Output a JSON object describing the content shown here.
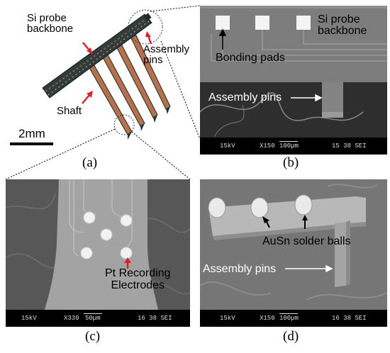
{
  "panels": {
    "a": {
      "label": "(a)",
      "backbone_label": "Si probe\nbackbone",
      "pins_label": "Assembly\npins",
      "shaft_label": "Shaft",
      "scale_label": "2mm"
    },
    "b": {
      "label": "(b)",
      "backbone_label": "Si probe\nbackbone",
      "pads_label": "Bonding pads",
      "pins_label": "Assembly pins",
      "sem": {
        "kv": "15kV",
        "mag": "X150",
        "scale": "100µm",
        "code": "15 38 SEI"
      }
    },
    "c": {
      "label": "(c)",
      "electrodes_label": "Pt Recording\nElectrodes",
      "sem": {
        "kv": "15kV",
        "mag": "X330",
        "scale": "50µm",
        "code": "16 38 SEI"
      }
    },
    "d": {
      "label": "(d)",
      "solder_label": "AuSn solder balls",
      "pins_label": "Assembly pins",
      "sem": {
        "kv": "15kV",
        "mag": "X150",
        "scale": "100µm",
        "code": "16 38 SEI"
      }
    }
  },
  "colors": {
    "arrow": "#e0202a",
    "sem_gray": "#6b6b6b",
    "probe_copper": "#b8704a"
  }
}
